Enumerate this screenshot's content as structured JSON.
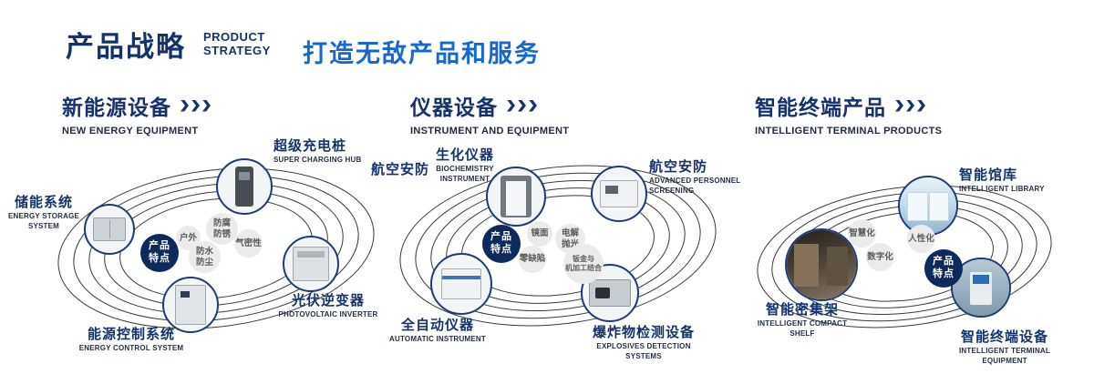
{
  "header": {
    "title": "产品战略",
    "subtitle": [
      "PRODUCT",
      "STRATEGY"
    ],
    "tagline": "打造无敌产品和服务"
  },
  "colors": {
    "navy": "#14336d",
    "accent_blue": "#1567d2",
    "orbit_line": "#3a3a3a",
    "badge_navy": "#0d2a5c",
    "bubble_gray": "#ebebeb"
  },
  "sections": {
    "energy": {
      "title": "新能源设备",
      "subtitle": "NEW ENERGY EQUIPMENT",
      "badge": [
        "产品",
        "特点"
      ],
      "products": {
        "storage": {
          "zh": "储能系统",
          "en": "ENERGY STORAGE SYSTEM"
        },
        "charger": {
          "zh": "超级充电桩",
          "en": "SUPER CHARGING HUB"
        },
        "inverter": {
          "zh": "光伏逆变器",
          "en": "PHOTOVOLTAIC INVERTER"
        },
        "control": {
          "zh": "能源控制系统",
          "en": "ENERGY CONTROL SYSTEM"
        }
      },
      "features": {
        "outdoor": [
          "户外"
        ],
        "anticorrosion": [
          "防腐",
          "防锈"
        ],
        "airtight": [
          "气密性"
        ],
        "waterdust": [
          "防水",
          "防尘"
        ]
      }
    },
    "instrument": {
      "title": "仪器设备",
      "subtitle": "INSTRUMENT AND EQUIPMENT",
      "badge": [
        "产品",
        "特点"
      ],
      "aviation_label": "航空安防",
      "products": {
        "biochem": {
          "zh": "生化仪器",
          "en": "BIOCHEMISTRY INSTRUMENT"
        },
        "screening": {
          "zh": "航空安防",
          "en": "ADVANCED PERSONNEL SCREENING"
        },
        "automatic": {
          "zh": "全自动仪器",
          "en": "AUTOMATIC INSTRUMENT"
        },
        "explosive": {
          "zh": "爆炸物检测设备",
          "en": "EXPLOSIVES DETECTION SYSTEMS"
        }
      },
      "features": {
        "mirror": [
          "镜面"
        ],
        "electropolish": [
          "电解",
          "抛光"
        ],
        "zerodefect": [
          "零缺陷"
        ],
        "sheetmetal": [
          "钣金与",
          "机加工结合"
        ]
      }
    },
    "terminal": {
      "title": "智能终端产品",
      "subtitle": "INTELLIGENT TERMINAL PRODUCTS",
      "badge": [
        "产品",
        "特点"
      ],
      "products": {
        "library": {
          "zh": "智能馆库",
          "en": "INTELLIGENT LIBRARY"
        },
        "shelf": {
          "zh": "智能密集架",
          "en": "INTELLIGENT COMPACT SHELF"
        },
        "terminal": {
          "zh": "智能终端设备",
          "en": "INTELLIGENT TERMINAL EQUIPMENT"
        }
      },
      "features": {
        "smart": [
          "智慧化"
        ],
        "humanized": [
          "人性化"
        ],
        "digital": [
          "数字化"
        ]
      }
    }
  }
}
